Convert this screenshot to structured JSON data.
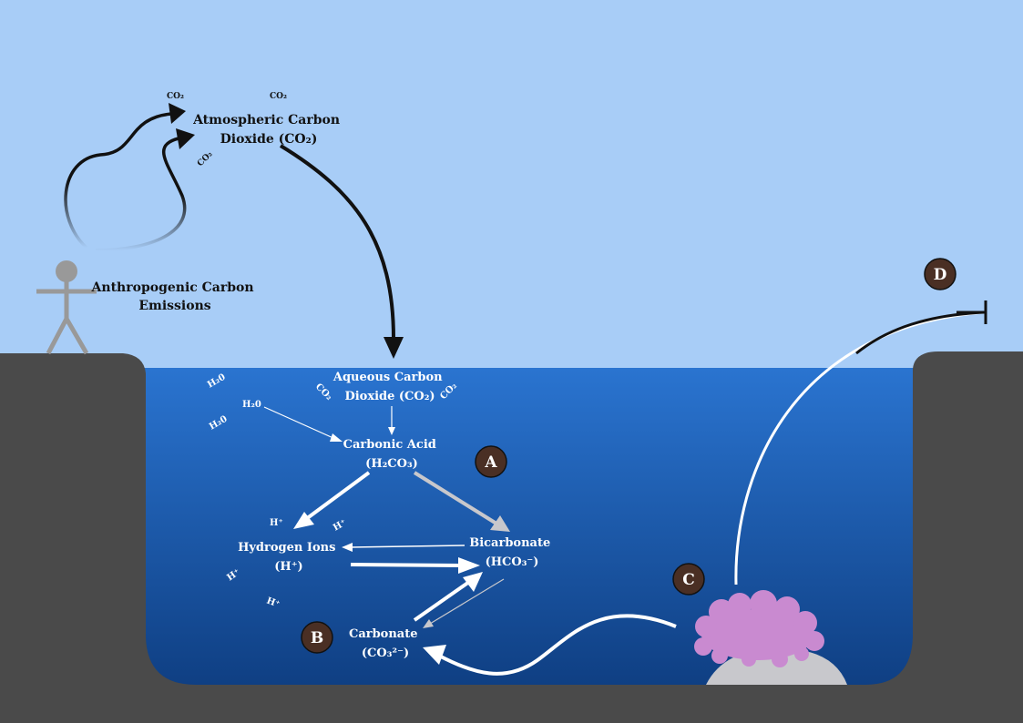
{
  "colors": {
    "sky": "#a8cdf7",
    "water_top": "#2a74d0",
    "water_bottom": "#0f3f83",
    "ground": "#4a4a4a",
    "person": "#999999",
    "badge": "#4a2f24",
    "coral": "#c98ad0",
    "rock": "#c8c8cc"
  },
  "icons": {
    "person": "stick-figure-icon",
    "coral": "coral-icon",
    "rock": "rock-icon"
  },
  "labels": {
    "atmospheric_co2": [
      "Atmospheric Carbon",
      "Dioxide (CO₂)"
    ],
    "anthropogenic": [
      "Anthropogenic Carbon",
      "Emissions"
    ],
    "aqueous_co2": [
      "Aqueous Carbon",
      "Dioxide (CO₂)"
    ],
    "carbonic_acid": [
      "Carbonic Acid",
      "(H₂CO₃)"
    ],
    "hydrogen_ions": [
      "Hydrogen Ions",
      "(H⁺)"
    ],
    "bicarbonate": [
      "Bicarbonate",
      "(HCO₃⁻)"
    ],
    "carbonate": [
      "Carbonate",
      "(CO₃²⁻)"
    ]
  },
  "molecules": {
    "co2": "CO₂",
    "h2o": "H₂0",
    "h_plus": "H⁺"
  },
  "badges": {
    "a": "A",
    "b": "B",
    "c": "C",
    "d": "D"
  }
}
